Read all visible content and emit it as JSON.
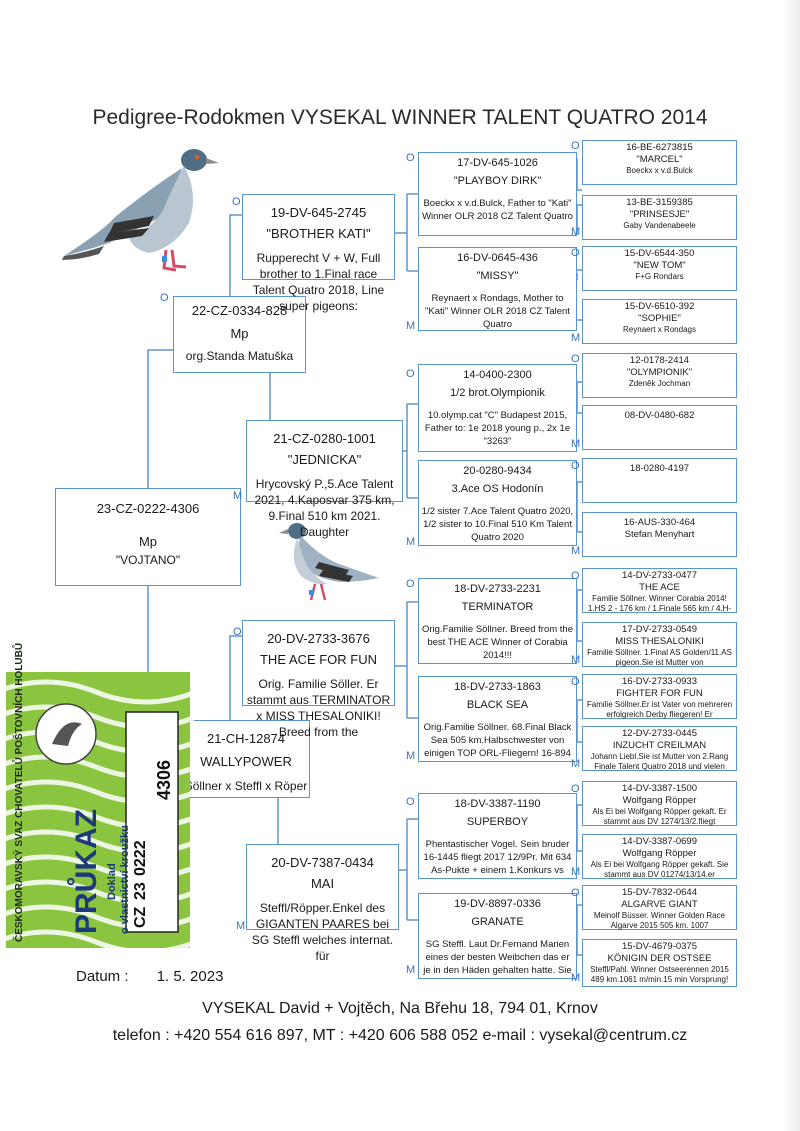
{
  "title": "Pedigree-Rodokmen VYSEKAL WINNER TALENT QUATRO 2014",
  "root": {
    "ring": "23-CZ-0222-4306",
    "line2": "Mp",
    "line3": "\"VOJTANO\""
  },
  "gen1": [
    {
      "ring": "22-CZ-0334-828",
      "line2": "Mp",
      "line3": "org.Standa Matuška"
    },
    {
      "ring": "21-CH-12874",
      "line2": "WALLYPOWER",
      "line3": "Söllner x Steffl x Röper"
    }
  ],
  "gen2": [
    {
      "ring": "19-DV-645-2745",
      "name": "\"BROTHER KATI\"",
      "info": "Rupperecht V + W, Full brother to 1.Final race Talent Quatro 2018, Line super pigeons:"
    },
    {
      "ring": "21-CZ-0280-1001",
      "name": "\"JEDNICKA\"",
      "info": "Hrycovský P.,5.Ace Talent 2021, 4.Kaposvar 375 km, 9.Final 510 km 2021. Daughter"
    },
    {
      "ring": "20-DV-2733-3676",
      "name": "THE ACE FOR FUN",
      "info": "Orig. Familie Söller. Er stammt aus TERMINATOR x MISS THESALONIKI! Breed from the"
    },
    {
      "ring": "20-DV-7387-0434",
      "name": "MAI",
      "info": "Steffl/Röpper.Enkel des GIGANTEN PAARES bei SG Steffl welches internat. für"
    }
  ],
  "gen3": [
    {
      "ring": "17-DV-645-1026",
      "name": "\"PLAYBOY DIRK\"",
      "info": "Boeckx x v.d.Bulck, Father to \"Kati\" Winner OLR 2018 CZ Talent Quatro"
    },
    {
      "ring": "16-DV-0645-436",
      "name": "\"MISSY\"",
      "info": "Reynaert x Rondags, Mother to \"Kati\" Winner OLR 2018 CZ Talent Quatro"
    },
    {
      "ring": "14-0400-2300",
      "name": "1/2 brot.Olympionik",
      "info": "10.olymp.cat \"C\" Budapest 2015, Father to: 1e 2018 young p., 2x 1e \"3263\""
    },
    {
      "ring": "20-0280-9434",
      "name": "3.Ace OS Hodonín",
      "info": "1/2 sister 7.Ace Talent Quatro 2020, 1/2 sister to 10.Final 510 Km Talent Quatro 2020"
    },
    {
      "ring": "18-DV-2733-2231",
      "name": "TERMINATOR",
      "info": "Orig.Familie Söllner. Breed from the best THE ACE Winner of Corabia 2014!!!"
    },
    {
      "ring": "18-DV-2733-1863",
      "name": "BLACK SEA",
      "info": "Orig.Familie Söllner. 68.Final Black Sea 505 km.Halbschwester von einigen TOP ORL-Fliegern! 16-894"
    },
    {
      "ring": "18-DV-3387-1190",
      "name": "SUPERBOY",
      "info": "Phentastischer Vogel. Sein bruder 16-1445 fliegt 2017 12/9Pr. Mit 634 As-Pukte + einem 1.Konkurs vs"
    },
    {
      "ring": "19-DV-8897-0336",
      "name": "GRANATE",
      "info": "SG Steffl. Laut Dr.Fernand Marien eines der besten Weibchen das er je in den Häden gehalten hatte. Sie"
    }
  ],
  "gen4": [
    {
      "ring": "16-BE-6273815",
      "name": "\"MARCEL\"",
      "info": "Boeckx x v.d.Bulck"
    },
    {
      "ring": "13-BE-3159385",
      "name": "\"PRINSESJE\"",
      "info": "Gaby Vandenabeele"
    },
    {
      "ring": "15-DV-6544-350",
      "name": "\"NEW TOM\"",
      "info": "F+G Rondars"
    },
    {
      "ring": "15-DV-6510-392",
      "name": "\"SOPHIE\"",
      "info": "Reynaert x Rondags"
    },
    {
      "ring": "12-0178-2414",
      "name": "\"OLYMPIONIK\"",
      "info": "Zdeněk Jochman"
    },
    {
      "ring": "08-DV-0480-682",
      "name": "",
      "info": ""
    },
    {
      "ring": "18-0280-4197",
      "name": "",
      "info": ""
    },
    {
      "ring": "16-AUS-330-464",
      "name": "Stefan Menyhart",
      "info": ""
    },
    {
      "ring": "14-DV-2733-0477",
      "name": "THE ACE",
      "info": "Familie Söllner. Winner Corabia 2014! 1.HS 2 - 176 km / 1.Finale 565 km / 4.H-"
    },
    {
      "ring": "17-DV-2733-0549",
      "name": "MISS THESALONIKI",
      "info": "Familie Söllner. 1.Final AS Golden/11.AS pigeon.Sie ist Mutter von"
    },
    {
      "ring": "16-DV-2733-0933",
      "name": "FIGHTER FOR FUN",
      "info": "Familie Söllner.Er ist Vater von mehreren erfolgreich Derby fliegeren! Er"
    },
    {
      "ring": "12-DV-2733-0445",
      "name": "INZUCHT CREILMAN",
      "info": "Johann Liebl.Sie ist Mutter von 2.Rang Finale Talent Quatro 2018 und vielen"
    },
    {
      "ring": "14-DV-3387-1500",
      "name": "Wolfgang Röpper",
      "info": "Als Ei bei Wolfgang Röpper gekaft. Er stammt aus DV 1274/13/2.fliegt"
    },
    {
      "ring": "14-DV-3387-0699",
      "name": "Wolfgang Röpper",
      "info": "Als Ei bei Wolfgang Röpper gekaft. Sie stammt aus DV 01274/13/14.er"
    },
    {
      "ring": "15-DV-7832-0644",
      "name": "ALGARVE GIANT",
      "info": "Meinolf Büsser. Winner Golden Race Algarve 2015 505 km. 1007"
    },
    {
      "ring": "15-DV-4679-0375",
      "name": "KÖNIGIN DER OSTSEE",
      "info": "Steffl/Pahl. Winner Ostseerennen 2015 489 km.1061 m/min.15 min Vorsprung!"
    }
  ],
  "markers": {
    "male": "O",
    "female": "M"
  },
  "card": {
    "org": "ČESKOMORAVSKÝ SVAZ CHOVATELŮ POŠTOVNÍCH HOLUBŮ",
    "label": "PRŮKAZ",
    "sub1": "Doklad",
    "sub2": "o vlastnictví kroužku",
    "cc": "CZ",
    "year": "23",
    "num1": "0222",
    "num2": "4306"
  },
  "date_label": "Datum :",
  "date_value": "1. 5. 2023",
  "address": "VYSEKAL David + Vojtěch,  Na Břehu 18, 794 01, Krnov",
  "contact": "telefon : +420 554 616 897, MT : +420 606 588 052  e-mail : vysekal@centrum.cz",
  "colors": {
    "box_border": "#5b95cf",
    "marker": "#3b73b5",
    "card_green": "#8bc53f"
  }
}
